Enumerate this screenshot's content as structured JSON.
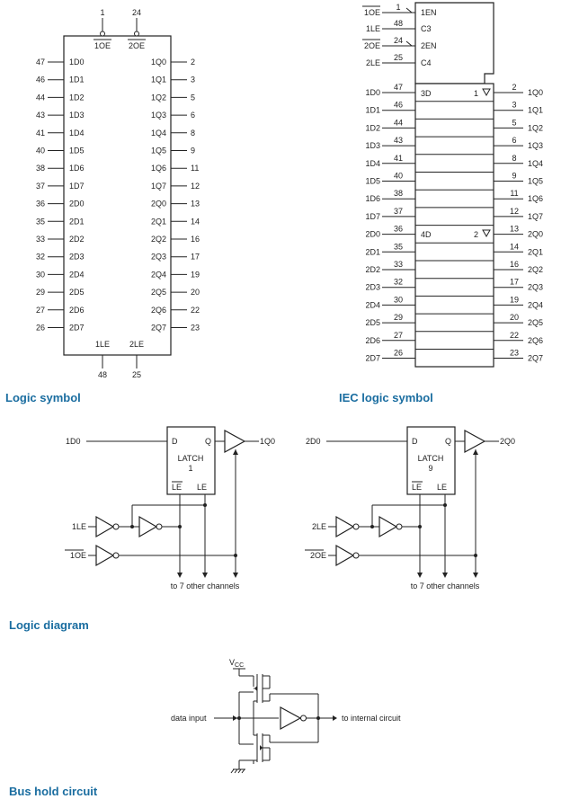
{
  "captions": {
    "logic_symbol": "Logic symbol",
    "iec_symbol": "IEC logic symbol",
    "logic_diagram": "Logic diagram",
    "bus_hold": "Bus hold circuit"
  },
  "logic_symbol": {
    "top_pins": [
      {
        "num": "1",
        "label": "1OE"
      },
      {
        "num": "24",
        "label": "2OE"
      }
    ],
    "bottom_pins": [
      {
        "num": "48",
        "label": "1LE"
      },
      {
        "num": "25",
        "label": "2LE"
      }
    ],
    "left": [
      {
        "num": "47",
        "label": "1D0"
      },
      {
        "num": "46",
        "label": "1D1"
      },
      {
        "num": "44",
        "label": "1D2"
      },
      {
        "num": "43",
        "label": "1D3"
      },
      {
        "num": "41",
        "label": "1D4"
      },
      {
        "num": "40",
        "label": "1D5"
      },
      {
        "num": "38",
        "label": "1D6"
      },
      {
        "num": "37",
        "label": "1D7"
      },
      {
        "num": "36",
        "label": "2D0"
      },
      {
        "num": "35",
        "label": "2D1"
      },
      {
        "num": "33",
        "label": "2D2"
      },
      {
        "num": "32",
        "label": "2D3"
      },
      {
        "num": "30",
        "label": "2D4"
      },
      {
        "num": "29",
        "label": "2D5"
      },
      {
        "num": "27",
        "label": "2D6"
      },
      {
        "num": "26",
        "label": "2D7"
      }
    ],
    "right": [
      {
        "num": "2",
        "label": "1Q0"
      },
      {
        "num": "3",
        "label": "1Q1"
      },
      {
        "num": "5",
        "label": "1Q2"
      },
      {
        "num": "6",
        "label": "1Q3"
      },
      {
        "num": "8",
        "label": "1Q4"
      },
      {
        "num": "9",
        "label": "1Q5"
      },
      {
        "num": "11",
        "label": "1Q6"
      },
      {
        "num": "12",
        "label": "1Q7"
      },
      {
        "num": "13",
        "label": "2Q0"
      },
      {
        "num": "14",
        "label": "2Q1"
      },
      {
        "num": "16",
        "label": "2Q2"
      },
      {
        "num": "17",
        "label": "2Q3"
      },
      {
        "num": "19",
        "label": "2Q4"
      },
      {
        "num": "20",
        "label": "2Q5"
      },
      {
        "num": "22",
        "label": "2Q6"
      },
      {
        "num": "23",
        "label": "2Q7"
      }
    ]
  },
  "iec_symbol": {
    "control": [
      {
        "num": "1",
        "label": "1OE",
        "inside": "1EN"
      },
      {
        "num": "48",
        "label": "1LE",
        "inside": "C3"
      },
      {
        "num": "24",
        "label": "2OE",
        "inside": "2EN"
      },
      {
        "num": "25",
        "label": "2LE",
        "inside": "C4"
      }
    ],
    "group1_tag": "3D",
    "group1_out": "1",
    "group2_tag": "4D",
    "group2_out": "2"
  },
  "logic_diagram": {
    "ch1": {
      "input": "1D0",
      "output": "1Q0",
      "latch_name": "LATCH",
      "latch_num": "1",
      "le": "1LE",
      "oe": "1OE"
    },
    "ch2": {
      "input": "2D0",
      "output": "2Q0",
      "latch_name": "LATCH",
      "latch_num": "9",
      "le": "2LE",
      "oe": "2OE"
    },
    "pin_d": "D",
    "pin_q": "Q",
    "pin_le_bar": "LE",
    "pin_le": "LE",
    "note": "to 7 other channels"
  },
  "bus_hold": {
    "vcc": "V",
    "vcc_sub": "CC",
    "input": "data input",
    "output": "to internal circuit"
  }
}
